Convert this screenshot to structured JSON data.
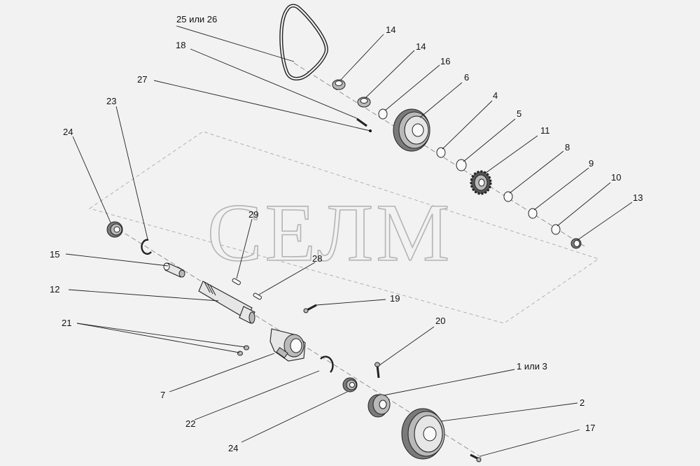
{
  "watermark": "СЕЛМ",
  "callouts": [
    {
      "id": "c25",
      "text": "25 или 26"
    },
    {
      "id": "c18",
      "text": "18"
    },
    {
      "id": "c27",
      "text": "27"
    },
    {
      "id": "c14a",
      "text": "14"
    },
    {
      "id": "c14b",
      "text": "14"
    },
    {
      "id": "c16",
      "text": "16"
    },
    {
      "id": "c6",
      "text": "6"
    },
    {
      "id": "c4",
      "text": "4"
    },
    {
      "id": "c5",
      "text": "5"
    },
    {
      "id": "c11",
      "text": "11"
    },
    {
      "id": "c8",
      "text": "8"
    },
    {
      "id": "c9",
      "text": "9"
    },
    {
      "id": "c10",
      "text": "10"
    },
    {
      "id": "c13",
      "text": "13"
    },
    {
      "id": "c23",
      "text": "23"
    },
    {
      "id": "c24a",
      "text": "24"
    },
    {
      "id": "c29",
      "text": "29"
    },
    {
      "id": "c28",
      "text": "28"
    },
    {
      "id": "c15",
      "text": "15"
    },
    {
      "id": "c12",
      "text": "12"
    },
    {
      "id": "c19",
      "text": "19"
    },
    {
      "id": "c21",
      "text": "21"
    },
    {
      "id": "c20",
      "text": "20"
    },
    {
      "id": "c1",
      "text": "1 или 3"
    },
    {
      "id": "c7",
      "text": "7"
    },
    {
      "id": "c2",
      "text": "2"
    },
    {
      "id": "c22",
      "text": "22"
    },
    {
      "id": "c24b",
      "text": "24"
    },
    {
      "id": "c17",
      "text": "17"
    }
  ]
}
